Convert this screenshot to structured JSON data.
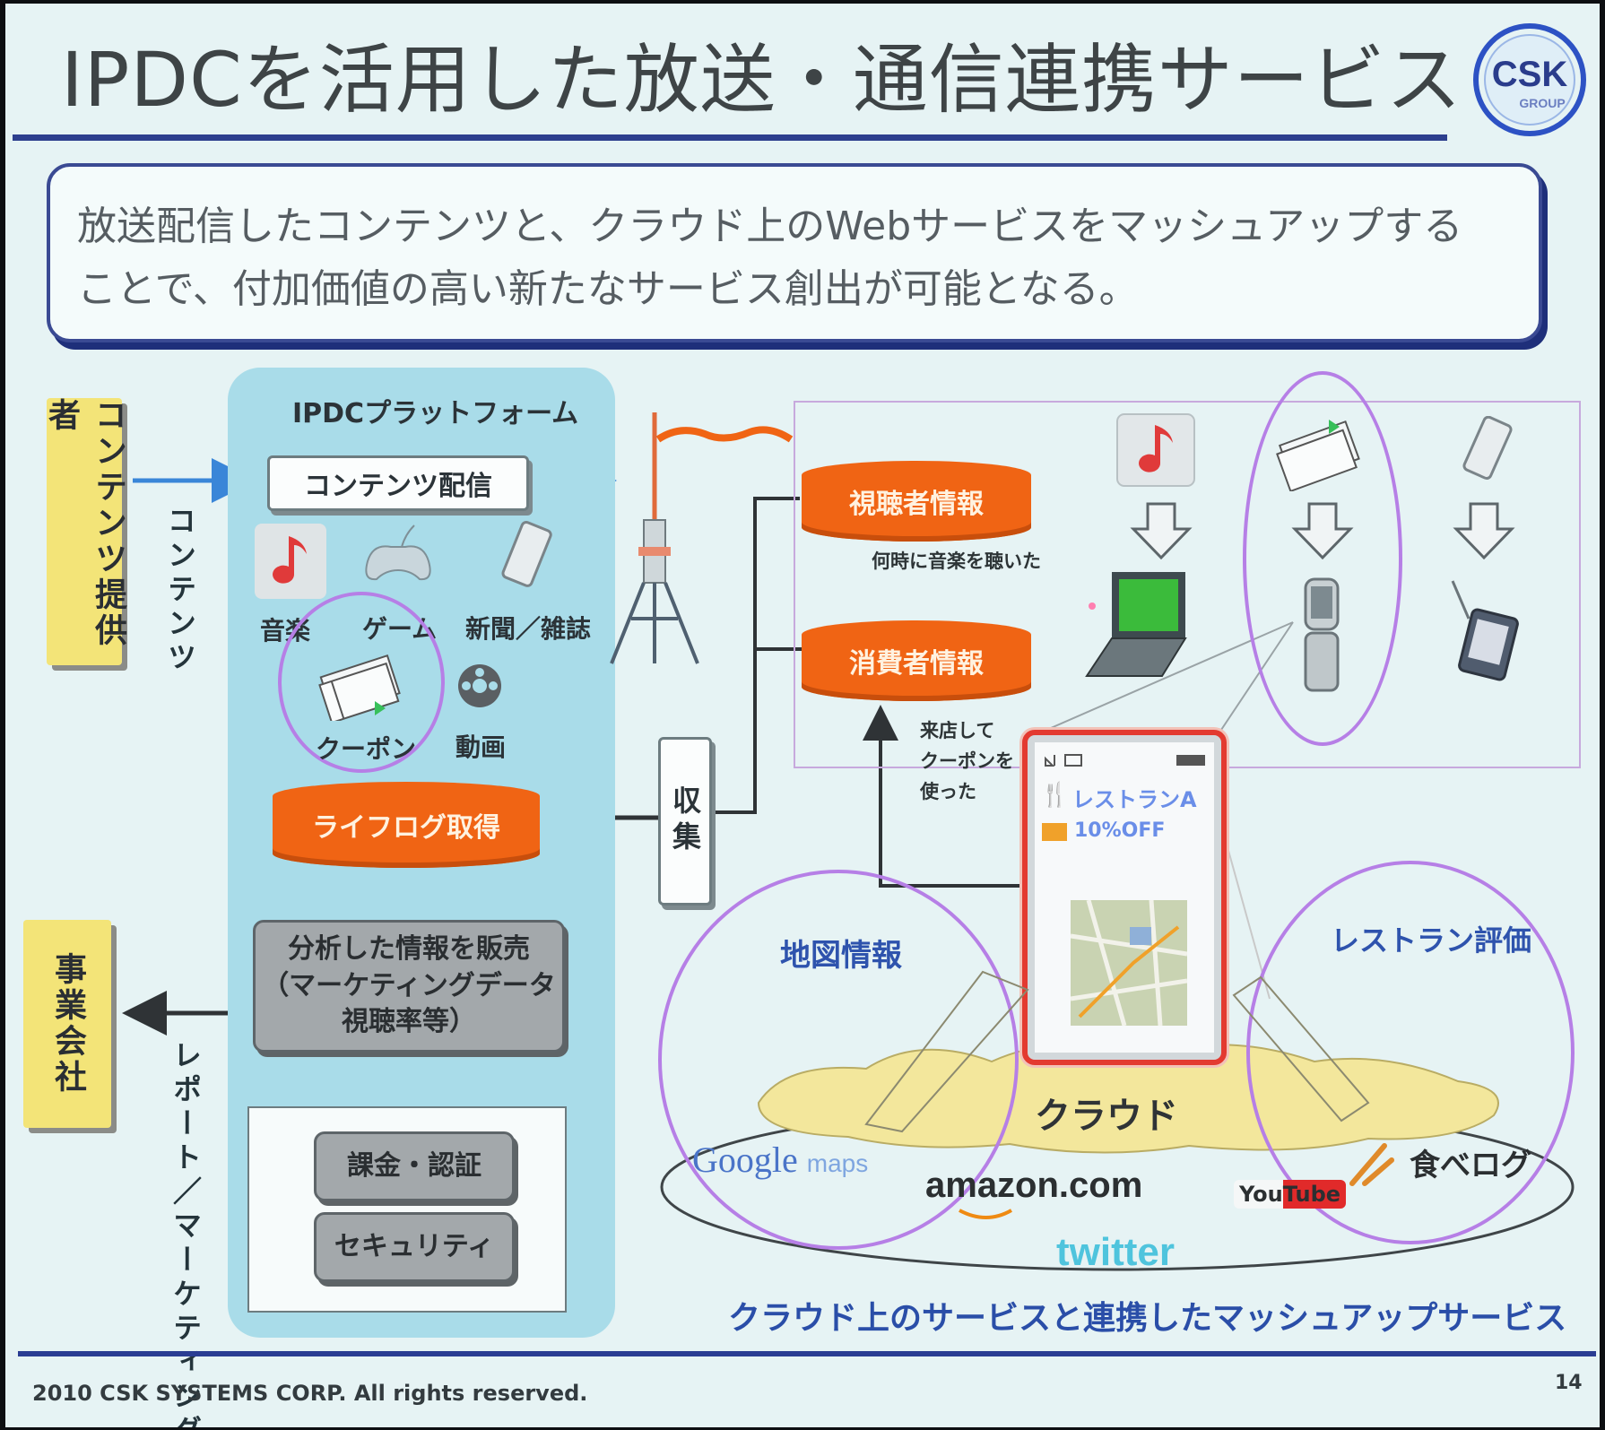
{
  "title": "IPDCを活用した放送・通信連携サービス",
  "logo": {
    "main": "CSK",
    "sub": "GROUP"
  },
  "summary": {
    "line1": "放送配信したコンテンツと、クラウド上のWebサービスをマッシュアップする",
    "line2": "ことで、付加価値の高い新たなサービス創出が可能となる。"
  },
  "left": {
    "provider": "コンテンツ提供者",
    "content_label": "コンテンツ",
    "company": "事業会社",
    "report_label": "レポート／マーケティングデータ"
  },
  "platform": {
    "title": "IPDCプラットフォーム",
    "distribution": "コンテンツ配信",
    "media": {
      "music": "音楽",
      "game": "ゲーム",
      "news": "新聞／雑誌",
      "coupon": "クーポン",
      "video": "動画"
    },
    "lifelog": "ライフログ取得",
    "analysis": [
      "分析した情報を販売",
      "（マーケティングデータ",
      "視聴率等）"
    ],
    "billing": "課金・認証",
    "security": "セキュリティ"
  },
  "collect": "収集",
  "viewer_info": {
    "title": "視聴者情報",
    "note": "何時に音楽を聴いた"
  },
  "consumer_info": {
    "title": "消費者情報",
    "note": [
      "来店して",
      "クーポンを",
      "使った"
    ]
  },
  "phone": {
    "restaurant": "レストランA",
    "discount": "10%OFF"
  },
  "cloud": {
    "label": "クラウド",
    "map_info": "地図情報",
    "restaurant_review": "レストラン評価",
    "services": {
      "google": "Google",
      "google_maps": "maps",
      "amazon": "amazon.com",
      "youtube": "YouTube",
      "tabelog": "食べログ",
      "twitter": "twitter"
    }
  },
  "caption": "クラウド上のサービスと連携したマッシュアップサービス",
  "footer": {
    "copyright": "2010 CSK SYSTEMS CORP. All rights reserved.",
    "page": "14"
  },
  "colors": {
    "accent_blue": "#2d3f8e",
    "orange": "#f06414",
    "yellow": "#f3e478",
    "platform_blue": "#a9dce9",
    "circle_purple": "#b67fe6"
  }
}
